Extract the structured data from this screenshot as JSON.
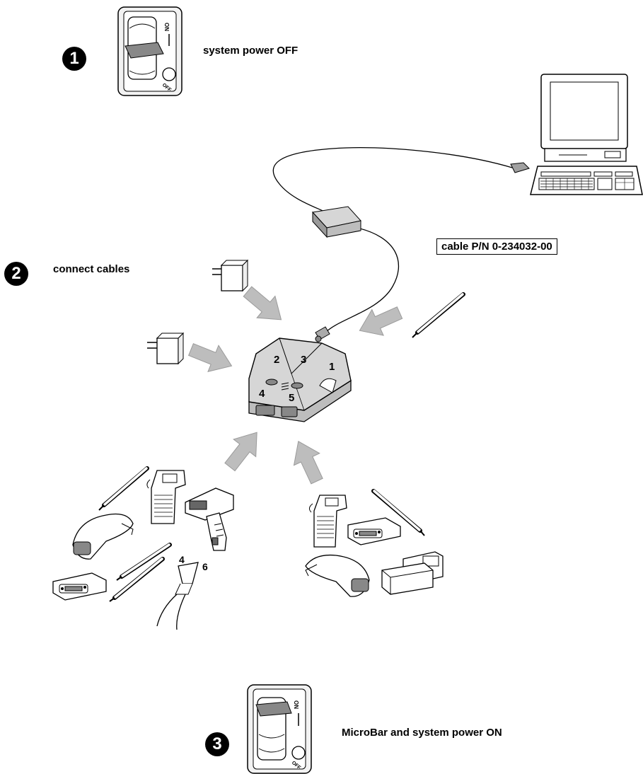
{
  "steps": [
    {
      "number": "1",
      "text": "system power OFF"
    },
    {
      "number": "2",
      "text": "connect cables"
    },
    {
      "number": "3",
      "text": "MicroBar and system power ON"
    }
  ],
  "switch": {
    "on_label": "ON",
    "off_label": "OFF"
  },
  "cable_label": "cable P/N 0-234032-00",
  "ports": [
    "1",
    "2",
    "3",
    "4",
    "5"
  ],
  "pin_labels": [
    "4",
    "6"
  ],
  "colors": {
    "device_fill": "#d6d6d6",
    "arrow_fill": "#bdbdbd",
    "outline": "#000000"
  }
}
